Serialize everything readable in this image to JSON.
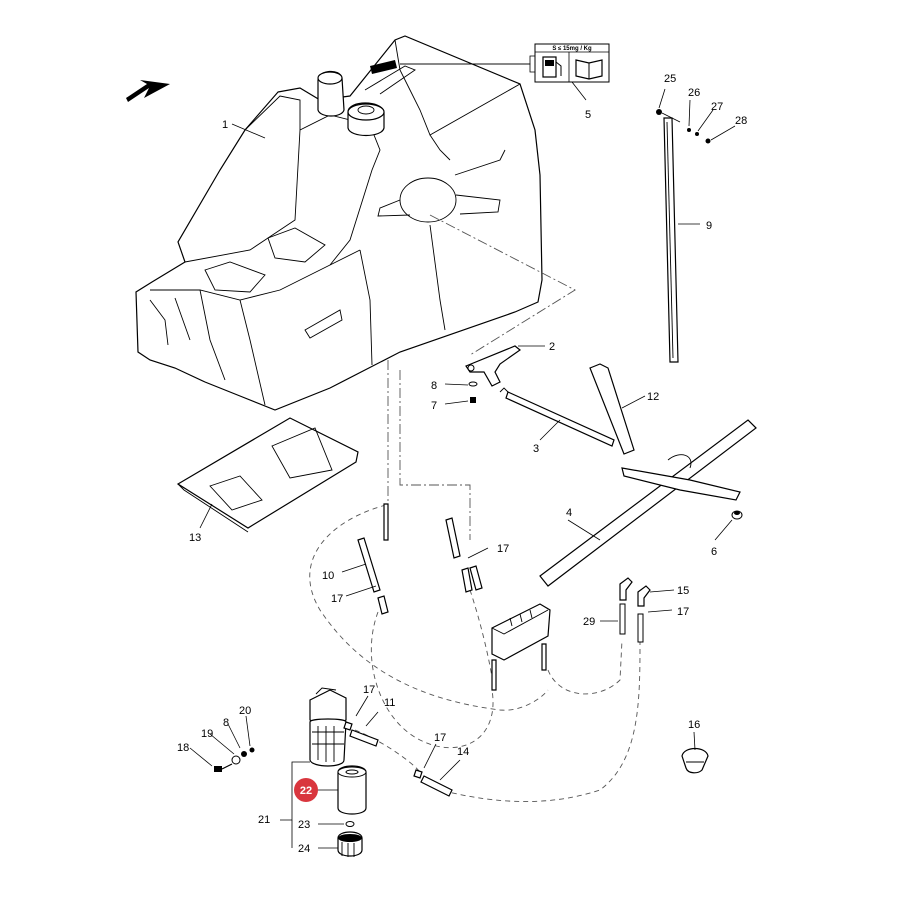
{
  "callouts": {
    "c1": "1",
    "c2": "2",
    "c3": "3",
    "c4": "4",
    "c5": "5",
    "c6": "6",
    "c7": "7",
    "c8a": "8",
    "c8b": "8",
    "c9": "9",
    "c10": "10",
    "c11": "11",
    "c12": "12",
    "c13": "13",
    "c14": "14",
    "c15": "15",
    "c16": "16",
    "c17a": "17",
    "c17b": "17",
    "c17c": "17",
    "c17d": "17",
    "c17e": "17",
    "c18": "18",
    "c19": "19",
    "c20": "20",
    "c21": "21",
    "c22": "22",
    "c23": "23",
    "c24": "24",
    "c25": "25",
    "c26": "26",
    "c27": "27",
    "c28": "28",
    "c29": "29"
  },
  "decal": {
    "spec_text": "S ≤ 15mg / Kg"
  },
  "colors": {
    "highlight": "#d9363e",
    "line": "#000000",
    "dash": "#555555"
  },
  "icons": [
    "direction-arrow-icon",
    "fuel-pump-icon",
    "manual-book-icon"
  ]
}
